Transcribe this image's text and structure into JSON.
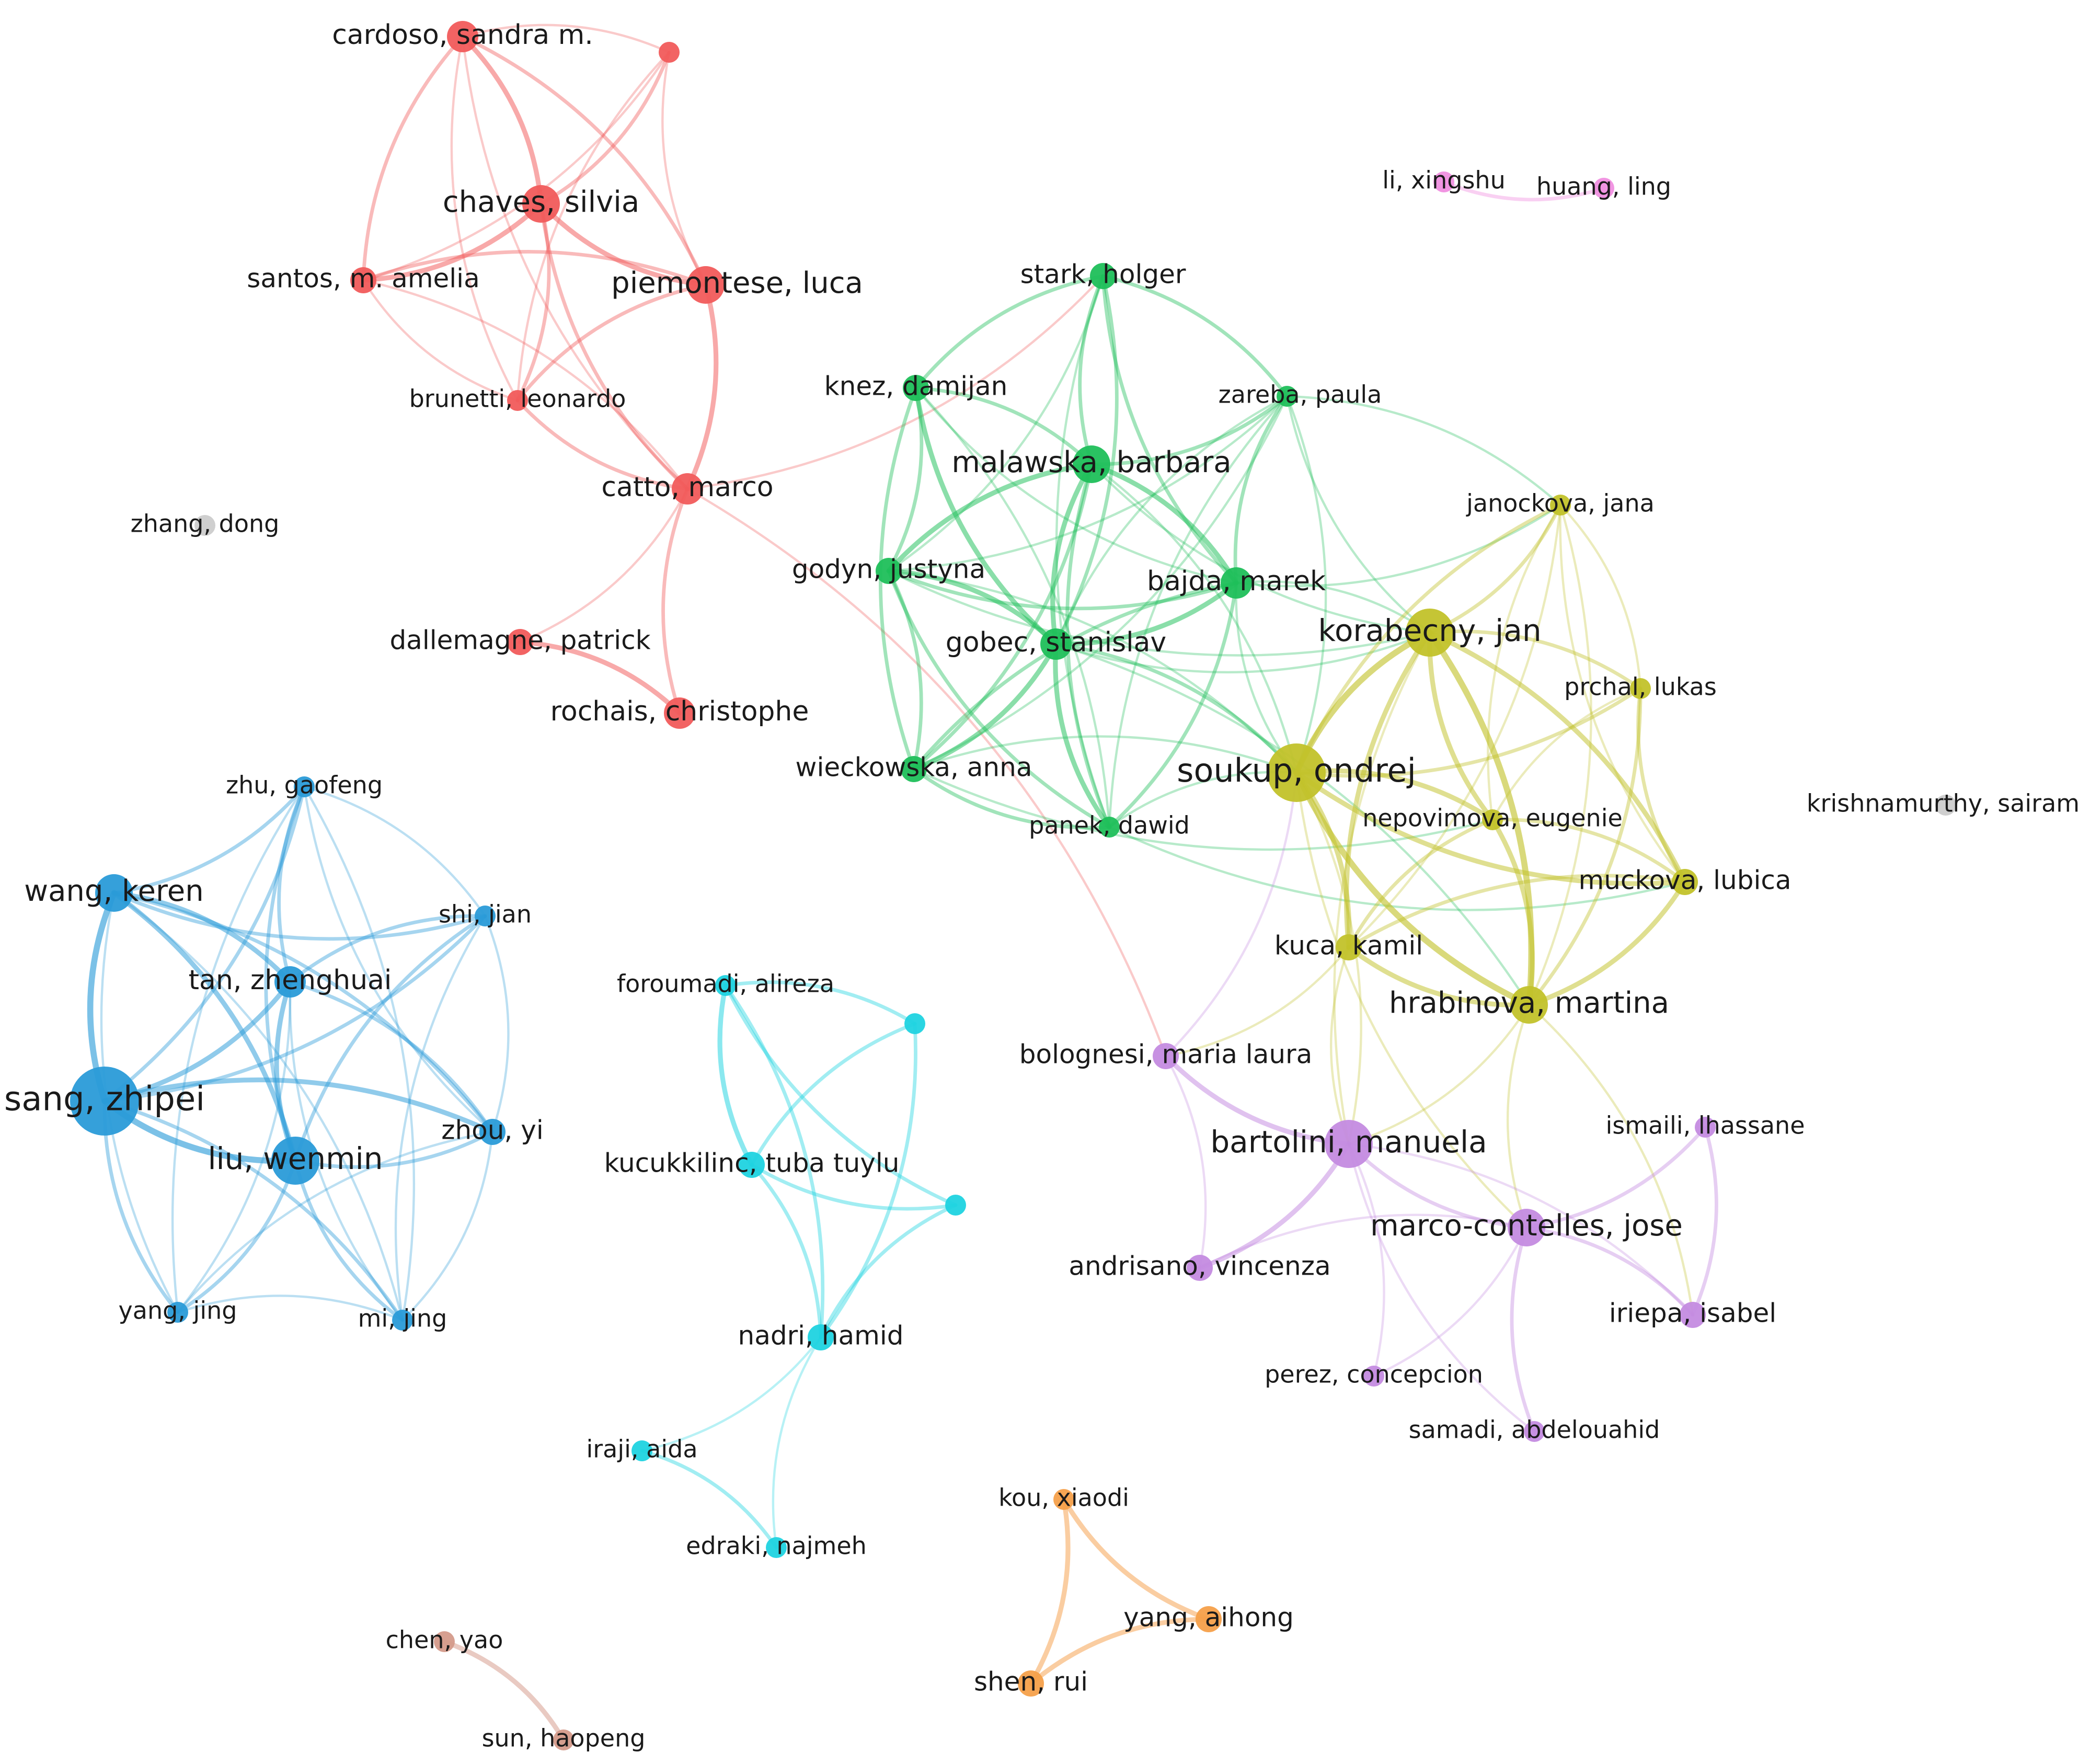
{
  "clusters": {
    "red": "#f15b5b",
    "green": "#1fbf5a",
    "yellow": "#c2c22a",
    "blue": "#2a9bd8",
    "cyan": "#1fd3e0",
    "purple": "#c48be0",
    "pink": "#f08fe0",
    "orange": "#f6a04a",
    "brown": "#d49a8a",
    "gray": "#cccccc"
  },
  "nodes": [
    {
      "id": "cardoso",
      "label": "cardoso, sandra m.",
      "cluster": "red",
      "weight": 3
    },
    {
      "id": "red_a",
      "label": "",
      "cluster": "red",
      "weight": 1
    },
    {
      "id": "chaves",
      "label": "chaves, silvia",
      "cluster": "red",
      "weight": 4
    },
    {
      "id": "santos",
      "label": "santos, m. amelia",
      "cluster": "red",
      "weight": 2
    },
    {
      "id": "piemontese",
      "label": "piemontese, luca",
      "cluster": "red",
      "weight": 4
    },
    {
      "id": "brunetti",
      "label": "brunetti, leonardo",
      "cluster": "red",
      "weight": 1
    },
    {
      "id": "catto",
      "label": "catto, marco",
      "cluster": "red",
      "weight": 3
    },
    {
      "id": "dallemagne",
      "label": "dallemagne, patrick",
      "cluster": "red",
      "weight": 2
    },
    {
      "id": "rochais",
      "label": "rochais, christophe",
      "cluster": "red",
      "weight": 3
    },
    {
      "id": "stark",
      "label": "stark, holger",
      "cluster": "green",
      "weight": 2
    },
    {
      "id": "knez",
      "label": "knez, damijan",
      "cluster": "green",
      "weight": 2
    },
    {
      "id": "zareba",
      "label": "zareba, paula",
      "cluster": "green",
      "weight": 1
    },
    {
      "id": "malawska",
      "label": "malawska, barbara",
      "cluster": "green",
      "weight": 4
    },
    {
      "id": "godyn",
      "label": "godyn, justyna",
      "cluster": "green",
      "weight": 2
    },
    {
      "id": "bajda",
      "label": "bajda, marek",
      "cluster": "green",
      "weight": 3
    },
    {
      "id": "gobec",
      "label": "gobec, stanislav",
      "cluster": "green",
      "weight": 3
    },
    {
      "id": "wieckowska",
      "label": "wieckowska, anna",
      "cluster": "green",
      "weight": 2
    },
    {
      "id": "panek",
      "label": "panek, dawid",
      "cluster": "green",
      "weight": 1
    },
    {
      "id": "janockova",
      "label": "janockova, jana",
      "cluster": "yellow",
      "weight": 1
    },
    {
      "id": "korabecny",
      "label": "korabecny, jan",
      "cluster": "yellow",
      "weight": 5
    },
    {
      "id": "prchal",
      "label": "prchal, lukas",
      "cluster": "yellow",
      "weight": 1
    },
    {
      "id": "soukup",
      "label": "soukup, ondrej",
      "cluster": "yellow",
      "weight": 6
    },
    {
      "id": "nepovimova",
      "label": "nepovimova, eugenie",
      "cluster": "yellow",
      "weight": 1
    },
    {
      "id": "muckova",
      "label": "muckova, lubica",
      "cluster": "yellow",
      "weight": 2
    },
    {
      "id": "kuca",
      "label": "kuca, kamil",
      "cluster": "yellow",
      "weight": 2
    },
    {
      "id": "hrabinova",
      "label": "hrabinova, martina",
      "cluster": "yellow",
      "weight": 4
    },
    {
      "id": "li_x",
      "label": "li, xingshu",
      "cluster": "pink",
      "weight": 1
    },
    {
      "id": "huang",
      "label": "huang, ling",
      "cluster": "pink",
      "weight": 1
    },
    {
      "id": "zhang",
      "label": "zhang, dong",
      "cluster": "gray",
      "weight": 1
    },
    {
      "id": "krishnamurthy",
      "label": "krishnamurthy, sairam",
      "cluster": "gray",
      "weight": 1
    },
    {
      "id": "zhu",
      "label": "zhu, gaofeng",
      "cluster": "blue",
      "weight": 1
    },
    {
      "id": "wang",
      "label": "wang, keren",
      "cluster": "blue",
      "weight": 4
    },
    {
      "id": "shi",
      "label": "shi, jian",
      "cluster": "blue",
      "weight": 1
    },
    {
      "id": "tan",
      "label": "tan, zhenghuai",
      "cluster": "blue",
      "weight": 3
    },
    {
      "id": "sang",
      "label": "sang, zhipei",
      "cluster": "blue",
      "weight": 8
    },
    {
      "id": "zhou",
      "label": "zhou, yi",
      "cluster": "blue",
      "weight": 2
    },
    {
      "id": "liu",
      "label": "liu, wenmin",
      "cluster": "blue",
      "weight": 5
    },
    {
      "id": "yang_j",
      "label": "yang, jing",
      "cluster": "blue",
      "weight": 1
    },
    {
      "id": "mi",
      "label": "mi, jing",
      "cluster": "blue",
      "weight": 1
    },
    {
      "id": "foroumadi",
      "label": "foroumadi, alireza",
      "cluster": "cyan",
      "weight": 1
    },
    {
      "id": "cyan_a",
      "label": "",
      "cluster": "cyan",
      "weight": 1
    },
    {
      "id": "kucukkilinc",
      "label": "kucukkilinc, tuba tuylu",
      "cluster": "cyan",
      "weight": 2
    },
    {
      "id": "cyan_b",
      "label": "",
      "cluster": "cyan",
      "weight": 1
    },
    {
      "id": "nadri",
      "label": "nadri, hamid",
      "cluster": "cyan",
      "weight": 2
    },
    {
      "id": "iraji",
      "label": "iraji, aida",
      "cluster": "cyan",
      "weight": 1
    },
    {
      "id": "edraki",
      "label": "edraki, najmeh",
      "cluster": "cyan",
      "weight": 1
    },
    {
      "id": "bolognesi",
      "label": "bolognesi, maria laura",
      "cluster": "purple",
      "weight": 2
    },
    {
      "id": "bartolini",
      "label": "bartolini, manuela",
      "cluster": "purple",
      "weight": 5
    },
    {
      "id": "ismaili",
      "label": "ismaili, lhassane",
      "cluster": "purple",
      "weight": 1
    },
    {
      "id": "marco",
      "label": "marco-contelles, jose",
      "cluster": "purple",
      "weight": 4
    },
    {
      "id": "andrisano",
      "label": "andrisano, vincenza",
      "cluster": "purple",
      "weight": 2
    },
    {
      "id": "iriepa",
      "label": "iriepa, isabel",
      "cluster": "purple",
      "weight": 2
    },
    {
      "id": "perez",
      "label": "perez, concepcion",
      "cluster": "purple",
      "weight": 1
    },
    {
      "id": "samadi",
      "label": "samadi, abdelouahid",
      "cluster": "purple",
      "weight": 1
    },
    {
      "id": "kou",
      "label": "kou, xiaodi",
      "cluster": "orange",
      "weight": 1
    },
    {
      "id": "yang_a",
      "label": "yang, aihong",
      "cluster": "orange",
      "weight": 2
    },
    {
      "id": "shen",
      "label": "shen, rui",
      "cluster": "orange",
      "weight": 2
    },
    {
      "id": "chen",
      "label": "chen, yao",
      "cluster": "brown",
      "weight": 1
    },
    {
      "id": "sun",
      "label": "sun, haopeng",
      "cluster": "brown",
      "weight": 1
    }
  ],
  "links": [
    [
      "cardoso",
      "chaves",
      3
    ],
    [
      "cardoso",
      "santos",
      2
    ],
    [
      "cardoso",
      "piemontese",
      2
    ],
    [
      "cardoso",
      "brunetti",
      1
    ],
    [
      "cardoso",
      "red_a",
      1
    ],
    [
      "cardoso",
      "catto",
      1
    ],
    [
      "red_a",
      "chaves",
      2
    ],
    [
      "red_a",
      "piemontese",
      1
    ],
    [
      "red_a",
      "santos",
      1
    ],
    [
      "red_a",
      "brunetti",
      1
    ],
    [
      "chaves",
      "santos",
      3
    ],
    [
      "chaves",
      "piemontese",
      3
    ],
    [
      "chaves",
      "brunetti",
      2
    ],
    [
      "chaves",
      "catto",
      2
    ],
    [
      "santos",
      "piemontese",
      2
    ],
    [
      "santos",
      "brunetti",
      1
    ],
    [
      "santos",
      "catto",
      1
    ],
    [
      "piemontese",
      "brunetti",
      2
    ],
    [
      "piemontese",
      "catto",
      3
    ],
    [
      "brunetti",
      "catto",
      2
    ],
    [
      "catto",
      "dallemagne",
      1
    ],
    [
      "catto",
      "rochais",
      2
    ],
    [
      "dallemagne",
      "rochais",
      3
    ],
    [
      "catto",
      "stark",
      1
    ],
    [
      "catto",
      "bolognesi",
      1
    ],
    [
      "stark",
      "knez",
      2
    ],
    [
      "stark",
      "zareba",
      2
    ],
    [
      "stark",
      "malawska",
      2
    ],
    [
      "stark",
      "gobec",
      2
    ],
    [
      "stark",
      "bajda",
      2
    ],
    [
      "stark",
      "godyn",
      1
    ],
    [
      "stark",
      "panek",
      1
    ],
    [
      "knez",
      "malawska",
      2
    ],
    [
      "knez",
      "gobec",
      3
    ],
    [
      "knez",
      "godyn",
      2
    ],
    [
      "knez",
      "wieckowska",
      2
    ],
    [
      "knez",
      "panek",
      1
    ],
    [
      "knez",
      "bajda",
      1
    ],
    [
      "zareba",
      "malawska",
      2
    ],
    [
      "zareba",
      "bajda",
      2
    ],
    [
      "zareba",
      "godyn",
      1
    ],
    [
      "zareba",
      "gobec",
      1
    ],
    [
      "zareba",
      "wieckowska",
      1
    ],
    [
      "zareba",
      "panek",
      1
    ],
    [
      "zareba",
      "soukup",
      1
    ],
    [
      "zareba",
      "korabecny",
      1
    ],
    [
      "zareba",
      "janockova",
      1
    ],
    [
      "malawska",
      "godyn",
      3
    ],
    [
      "malawska",
      "bajda",
      3
    ],
    [
      "malawska",
      "gobec",
      3
    ],
    [
      "malawska",
      "wieckowska",
      2
    ],
    [
      "malawska",
      "panek",
      2
    ],
    [
      "malawska",
      "soukup",
      1
    ],
    [
      "malawska",
      "korabecny",
      1
    ],
    [
      "godyn",
      "gobec",
      3
    ],
    [
      "godyn",
      "bajda",
      2
    ],
    [
      "godyn",
      "wieckowska",
      2
    ],
    [
      "godyn",
      "panek",
      2
    ],
    [
      "godyn",
      "soukup",
      1
    ],
    [
      "godyn",
      "korabecny",
      1
    ],
    [
      "bajda",
      "gobec",
      3
    ],
    [
      "bajda",
      "wieckowska",
      2
    ],
    [
      "bajda",
      "panek",
      2
    ],
    [
      "bajda",
      "soukup",
      1
    ],
    [
      "bajda",
      "korabecny",
      1
    ],
    [
      "bajda",
      "janockova",
      1
    ],
    [
      "gobec",
      "wieckowska",
      3
    ],
    [
      "gobec",
      "panek",
      3
    ],
    [
      "gobec",
      "soukup",
      2
    ],
    [
      "gobec",
      "korabecny",
      1
    ],
    [
      "gobec",
      "hrabinova",
      1
    ],
    [
      "wieckowska",
      "panek",
      2
    ],
    [
      "wieckowska",
      "soukup",
      1
    ],
    [
      "wieckowska",
      "nepovimova",
      1
    ],
    [
      "panek",
      "soukup",
      1
    ],
    [
      "panek",
      "muckova",
      1
    ],
    [
      "janockova",
      "korabecny",
      2
    ],
    [
      "janockova",
      "soukup",
      2
    ],
    [
      "janockova",
      "prchal",
      1
    ],
    [
      "janockova",
      "muckova",
      1
    ],
    [
      "janockova",
      "hrabinova",
      1
    ],
    [
      "janockova",
      "nepovimova",
      1
    ],
    [
      "janockova",
      "kuca",
      1
    ],
    [
      "korabecny",
      "soukup",
      4
    ],
    [
      "korabecny",
      "prchal",
      2
    ],
    [
      "korabecny",
      "nepovimova",
      3
    ],
    [
      "korabecny",
      "muckova",
      3
    ],
    [
      "korabecny",
      "kuca",
      3
    ],
    [
      "korabecny",
      "hrabinova",
      4
    ],
    [
      "korabecny",
      "bartolini",
      1
    ],
    [
      "prchal",
      "soukup",
      2
    ],
    [
      "prchal",
      "muckova",
      2
    ],
    [
      "prchal",
      "hrabinova",
      2
    ],
    [
      "prchal",
      "nepovimova",
      1
    ],
    [
      "soukup",
      "nepovimova",
      3
    ],
    [
      "soukup",
      "muckova",
      3
    ],
    [
      "soukup",
      "kuca",
      3
    ],
    [
      "soukup",
      "hrabinova",
      4
    ],
    [
      "soukup",
      "bartolini",
      1
    ],
    [
      "soukup",
      "marco",
      1
    ],
    [
      "nepovimova",
      "muckova",
      2
    ],
    [
      "nepovimova",
      "kuca",
      2
    ],
    [
      "nepovimova",
      "hrabinova",
      3
    ],
    [
      "muckova",
      "kuca",
      2
    ],
    [
      "muckova",
      "hrabinova",
      3
    ],
    [
      "kuca",
      "hrabinova",
      3
    ],
    [
      "kuca",
      "bolognesi",
      1
    ],
    [
      "kuca",
      "bartolini",
      1
    ],
    [
      "hrabinova",
      "bartolini",
      1
    ],
    [
      "hrabinova",
      "marco",
      1
    ],
    [
      "hrabinova",
      "iriepa",
      1
    ],
    [
      "bolognesi",
      "bartolini",
      3
    ],
    [
      "bolognesi",
      "andrisano",
      1
    ],
    [
      "bolognesi",
      "soukup",
      1
    ],
    [
      "bartolini",
      "andrisano",
      3
    ],
    [
      "bartolini",
      "marco",
      2
    ],
    [
      "bartolini",
      "perez",
      1
    ],
    [
      "bartolini",
      "samadi",
      1
    ],
    [
      "bartolini",
      "iriepa",
      1
    ],
    [
      "marco",
      "ismaili",
      2
    ],
    [
      "marco",
      "iriepa",
      2
    ],
    [
      "marco",
      "samadi",
      2
    ],
    [
      "marco",
      "perez",
      1
    ],
    [
      "marco",
      "andrisano",
      1
    ],
    [
      "ismaili",
      "iriepa",
      2
    ],
    [
      "li_x",
      "huang",
      2
    ],
    [
      "zhu",
      "wang",
      2
    ],
    [
      "zhu",
      "tan",
      2
    ],
    [
      "zhu",
      "sang",
      2
    ],
    [
      "zhu",
      "liu",
      2
    ],
    [
      "zhu",
      "shi",
      1
    ],
    [
      "zhu",
      "zhou",
      1
    ],
    [
      "zhu",
      "mi",
      1
    ],
    [
      "zhu",
      "yang_j",
      1
    ],
    [
      "wang",
      "tan",
      3
    ],
    [
      "wang",
      "sang",
      4
    ],
    [
      "wang",
      "liu",
      3
    ],
    [
      "wang",
      "shi",
      2
    ],
    [
      "wang",
      "zhou",
      2
    ],
    [
      "wang",
      "yang_j",
      1
    ],
    [
      "wang",
      "mi",
      1
    ],
    [
      "shi",
      "tan",
      2
    ],
    [
      "shi",
      "sang",
      2
    ],
    [
      "shi",
      "liu",
      2
    ],
    [
      "shi",
      "zhou",
      1
    ],
    [
      "shi",
      "mi",
      1
    ],
    [
      "tan",
      "sang",
      3
    ],
    [
      "tan",
      "liu",
      3
    ],
    [
      "tan",
      "zhou",
      2
    ],
    [
      "tan",
      "mi",
      1
    ],
    [
      "tan",
      "yang_j",
      1
    ],
    [
      "sang",
      "liu",
      4
    ],
    [
      "sang",
      "zhou",
      3
    ],
    [
      "sang",
      "yang_j",
      2
    ],
    [
      "sang",
      "mi",
      2
    ],
    [
      "liu",
      "zhou",
      2
    ],
    [
      "liu",
      "yang_j",
      2
    ],
    [
      "liu",
      "mi",
      2
    ],
    [
      "zhou",
      "mi",
      1
    ],
    [
      "zhou",
      "yang_j",
      1
    ],
    [
      "yang_j",
      "mi",
      1
    ],
    [
      "foroumadi",
      "kucukkilinc",
      3
    ],
    [
      "foroumadi",
      "cyan_a",
      2
    ],
    [
      "foroumadi",
      "cyan_b",
      2
    ],
    [
      "foroumadi",
      "nadri",
      2
    ],
    [
      "cyan_a",
      "kucukkilinc",
      2
    ],
    [
      "cyan_a",
      "nadri",
      2
    ],
    [
      "kucukkilinc",
      "cyan_b",
      2
    ],
    [
      "kucukkilinc",
      "nadri",
      2
    ],
    [
      "cyan_b",
      "nadri",
      2
    ],
    [
      "nadri",
      "iraji",
      1
    ],
    [
      "nadri",
      "edraki",
      1
    ],
    [
      "iraji",
      "edraki",
      2
    ],
    [
      "kou",
      "yang_a",
      3
    ],
    [
      "kou",
      "shen",
      3
    ],
    [
      "yang_a",
      "shen",
      3
    ],
    [
      "chen",
      "sun",
      3
    ]
  ]
}
